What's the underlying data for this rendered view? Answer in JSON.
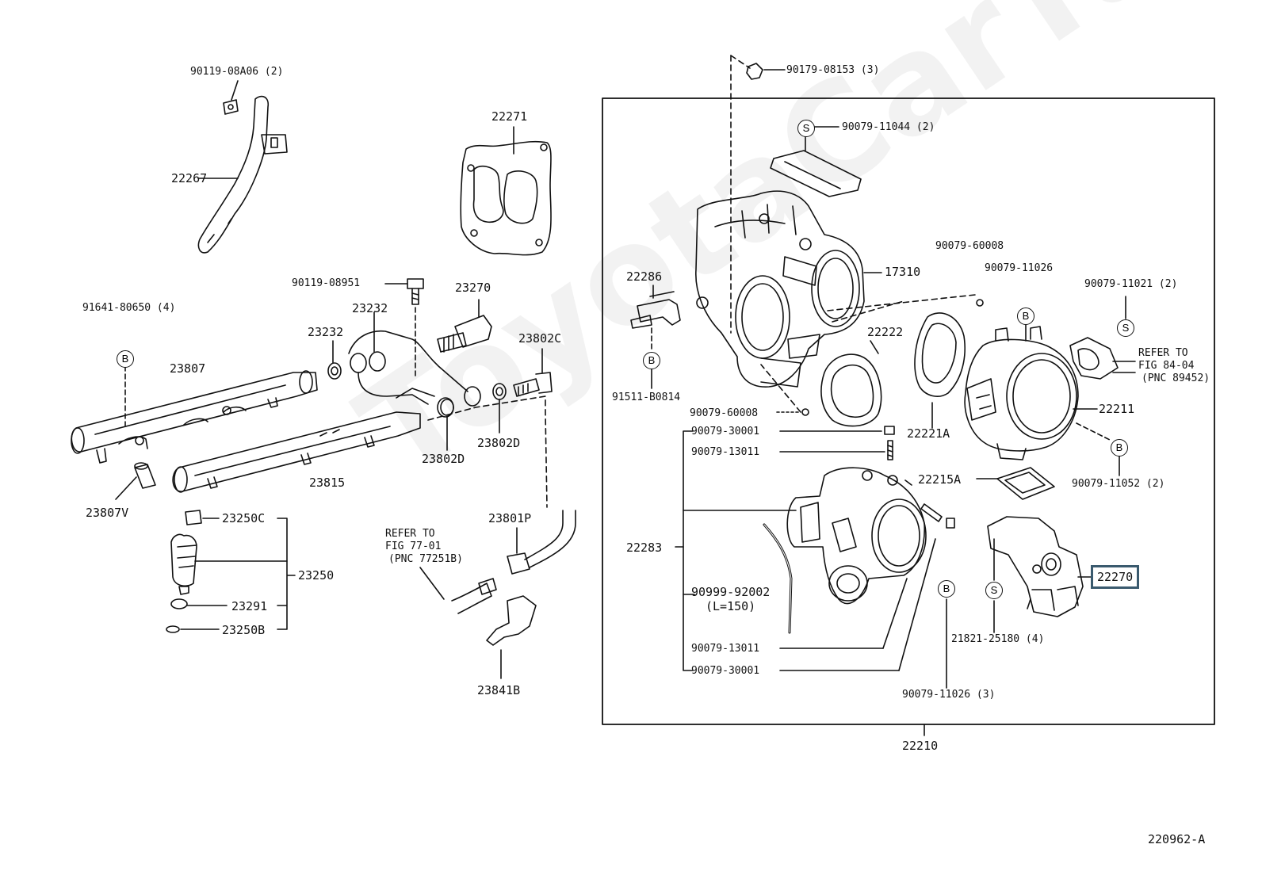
{
  "watermark": "ToyotaCarTune.ru",
  "diagram_id": "220962-A",
  "refs": {
    "s": "S",
    "b": "B"
  },
  "parts": {
    "p90119_08A06": "90119-08A06 (2)",
    "p22267": "22267",
    "p22271": "22271",
    "p90119_08951": "90119-08951",
    "p23270": "23270",
    "p91641": "91641-80650 (4)",
    "p23232a": "23232",
    "p23232b": "23232",
    "p23807": "23807",
    "p23802C": "23802C",
    "p23802D_a": "23802D",
    "p23802D_b": "23802D",
    "p23815": "23815",
    "p23807V": "23807V",
    "p23250C": "23250C",
    "p23250": "23250",
    "p23291": "23291",
    "p23250B": "23250B",
    "p23801P": "23801P",
    "p23841B": "23841B",
    "ref_77_line1": "REFER TO",
    "ref_77_line2": "FIG 77-01",
    "ref_77_line3": "(PNC 77251B)",
    "p90179_08153": "90179-08153 (3)",
    "p90079_11044": "90079-11044 (2)",
    "p17310": "17310",
    "p22286": "22286",
    "p91511": "91511-B0814",
    "p90079_60008a": "90079-60008",
    "p90079_60008b": "90079-60008",
    "p90079_11026a": "90079-11026",
    "p90079_11021": "90079-11021 (2)",
    "ref_84_line1": "REFER TO",
    "ref_84_line2": "FIG 84-04",
    "ref_84_line3": "(PNC 89452)",
    "p22222": "22222",
    "p22221A": "22221A",
    "p22211": "22211",
    "p90079_30001a": "90079-30001",
    "p90079_13011a": "90079-13011",
    "p22215A": "22215A",
    "p90079_11052": "90079-11052 (2)",
    "p22283": "22283",
    "p22270": "22270",
    "p90999": "90999-92002",
    "p90999_len": "(L=150)",
    "p90079_13011b": "90079-13011",
    "p90079_30001b": "90079-30001",
    "p21821": "21821-25180 (4)",
    "p90079_11026b": "90079-11026 (3)",
    "p22210": "22210"
  },
  "colors": {
    "line": "#111111",
    "highlight_box": "#3a5a6e",
    "background": "#ffffff"
  }
}
